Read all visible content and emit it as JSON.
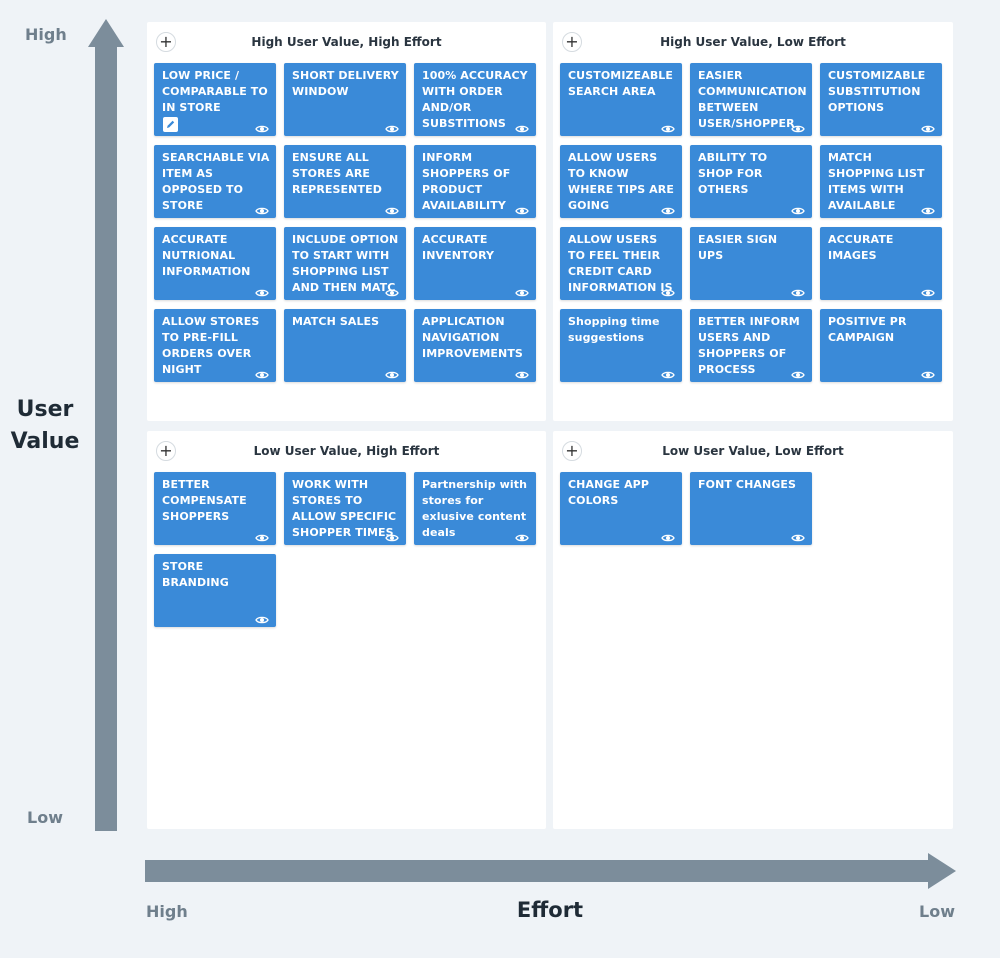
{
  "axes": {
    "y_high": "High",
    "y_low": "Low",
    "y_title_line1": "User",
    "y_title_line2": "Value",
    "x_high": "High",
    "x_low": "Low",
    "x_title": "Effort"
  },
  "colors": {
    "card": "#3a8ad8",
    "axis": "#7c8d9b",
    "background": "#eff3f7"
  },
  "quadrants": [
    {
      "title": "High User Value, High Effort",
      "add_label": "+",
      "cards": [
        "LOW PRICE / COMPARABLE TO IN STORE",
        "SHORT DELIVERY WINDOW",
        "100% ACCURACY WITH ORDER AND/OR SUBSTITIONS",
        "SEARCHABLE VIA ITEM AS OPPOSED TO STORE",
        "ENSURE ALL STORES ARE REPRESENTED",
        "INFORM SHOPPERS OF PRODUCT AVAILABILITY",
        "ACCURATE NUTRIONAL INFORMATION",
        "INCLUDE OPTION TO START WITH SHOPPING LIST AND THEN MATC",
        "ACCURATE INVENTORY",
        "ALLOW STORES TO PRE-FILL ORDERS OVER NIGHT",
        "MATCH SALES",
        "APPLICATION NAVIGATION IMPROVEMENTS"
      ]
    },
    {
      "title": "High User Value, Low Effort",
      "add_label": "+",
      "cards": [
        "CUSTOMIZEABLE SEARCH AREA",
        "EASIER COMMUNICATION BETWEEN USER/SHOPPER",
        "CUSTOMIZABLE SUBSTITUTION OPTIONS",
        "ALLOW USERS TO KNOW WHERE TIPS ARE GOING",
        "ABILITY TO SHOP FOR OTHERS",
        "MATCH SHOPPING LIST ITEMS WITH AVAILABLE ITEMS IN STORES",
        "ALLOW USERS TO FEEL THEIR CREDIT CARD INFORMATION IS",
        "EASIER SIGN UPS",
        "ACCURATE IMAGES",
        "Shopping time suggestions",
        "BETTER INFORM USERS AND SHOPPERS OF PROCESS",
        "POSITIVE PR CAMPAIGN"
      ]
    },
    {
      "title": "Low User Value, High Effort",
      "add_label": "+",
      "cards": [
        "BETTER COMPENSATE SHOPPERS",
        "WORK WITH STORES TO ALLOW SPECIFIC SHOPPER TIMES",
        "Partnership with stores for exlusive content deals",
        "STORE BRANDING"
      ]
    },
    {
      "title": "Low User Value, Low Effort",
      "add_label": "+",
      "cards": [
        "CHANGE APP COLORS",
        "FONT CHANGES"
      ]
    }
  ]
}
